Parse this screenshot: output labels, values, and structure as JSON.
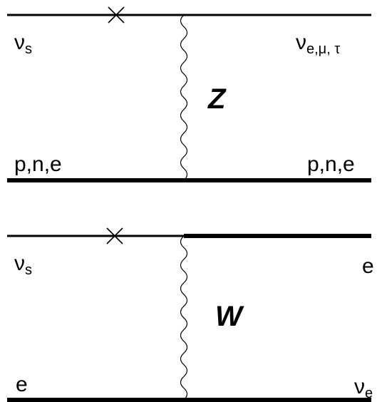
{
  "top_diagram": {
    "incoming_top": {
      "symbol": "ν",
      "subscript": "s"
    },
    "outgoing_top": {
      "symbol": "ν",
      "subscript": "e,μ, τ"
    },
    "incoming_bottom": "p,n,e",
    "outgoing_bottom": "p,n,e",
    "boson": "Z"
  },
  "bottom_diagram": {
    "incoming_top": {
      "symbol": "ν",
      "subscript": "s"
    },
    "outgoing_top": "e",
    "incoming_bottom": "e",
    "outgoing_bottom": {
      "symbol": "ν",
      "subscript": "e"
    },
    "boson": "W"
  },
  "colors": {
    "lines": "#000000",
    "background": "#ffffff"
  }
}
